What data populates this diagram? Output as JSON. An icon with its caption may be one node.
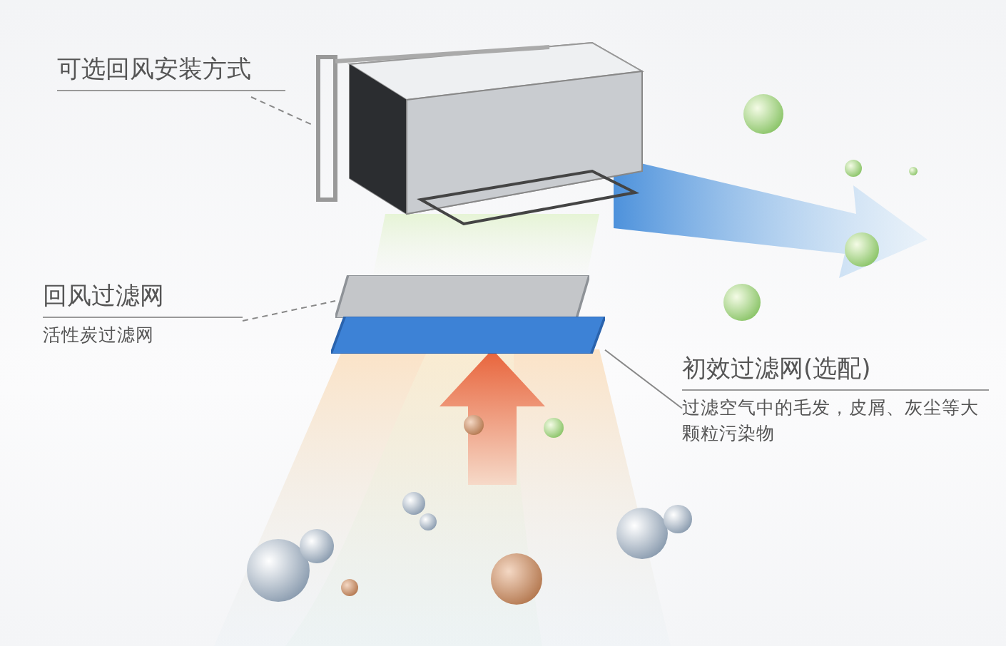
{
  "diagram": {
    "nodes": [
      {
        "text": [
          "可选回风安装方式"
        ]
      },
      {
        "text": [],
        "shape": "picture"
      },
      {
        "text": [
          "回风过滤网",
          "活性炭过滤网"
        ]
      },
      {
        "text": [],
        "shape": "box"
      },
      {
        "text": [
          "初效过滤网(选配)",
          "过滤空气中的毛发，皮屑、灰尘等大颗粒污染物"
        ]
      },
      {
        "text": [],
        "shape": "box"
      }
    ],
    "edges": [
      {
        "from": 0,
        "to": 1,
        "arrow": "none",
        "style": "dashed"
      },
      {
        "from": 2,
        "to": 3,
        "arrow": "none",
        "style": "dashed"
      },
      {
        "from": 4,
        "to": 5,
        "arrow": "none"
      }
    ]
  }
}
